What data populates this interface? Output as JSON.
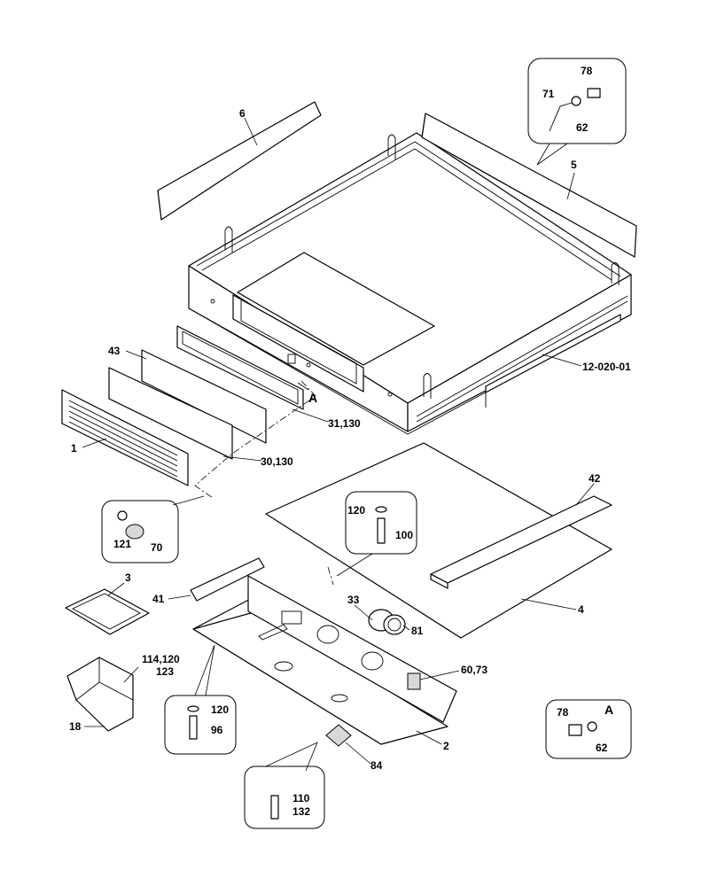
{
  "drawing": {
    "ref": "12-020-01",
    "view_marker": "A"
  },
  "labels": {
    "p1": "1",
    "p2": "2",
    "p3": "3",
    "p4": "4",
    "p5": "5",
    "p6": "6",
    "p18": "18",
    "p30_130": "30,130",
    "p31_130": "31,130",
    "p33": "33",
    "p41": "41",
    "p42": "42",
    "p43": "43",
    "p60_73": "60,73",
    "p81": "81",
    "p84": "84",
    "c1_78": "78",
    "c1_71": "71",
    "c1_62": "62",
    "c2_121": "121",
    "c2_70": "70",
    "c3_120": "120",
    "c3_100": "100",
    "c4_114_120": "114,120",
    "c4_123": "123",
    "c5_120": "120",
    "c5_96": "96",
    "c6_110": "110",
    "c6_132": "132",
    "c7_78": "78",
    "c7_A": "A",
    "c7_62": "62"
  }
}
